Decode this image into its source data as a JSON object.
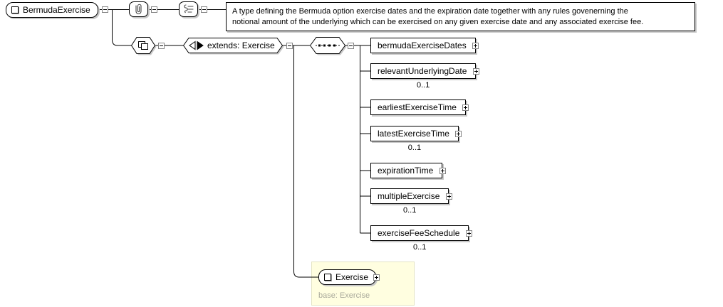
{
  "diagram": {
    "type": "xml-schema-content-model",
    "root": {
      "label": "BermudaExercise"
    },
    "documentation": {
      "lines": [
        "A type defining the Bermuda option exercise dates and the expiration date together with any rules govenerning the",
        "notional amount of the underlying which can be exercised on any given exercise date and any associated exercise fee."
      ]
    },
    "extension": {
      "label": "extends: Exercise"
    },
    "children": [
      {
        "label": "bermudaExerciseDates",
        "cardinality": ""
      },
      {
        "label": "relevantUnderlyingDate",
        "cardinality": "0..1"
      },
      {
        "label": "earliestExerciseTime",
        "cardinality": ""
      },
      {
        "label": "latestExerciseTime",
        "cardinality": "0..1"
      },
      {
        "label": "expirationTime",
        "cardinality": ""
      },
      {
        "label": "multipleExercise",
        "cardinality": "0..1"
      },
      {
        "label": "exerciseFeeSchedule",
        "cardinality": "0..1"
      }
    ],
    "base": {
      "label": "Exercise",
      "caption": "base: Exercise"
    },
    "icons": {
      "annotation": "paperclip-icon",
      "documentation": "document-text-icon",
      "complex_content": "overlapping-squares-icon",
      "extension": "extend-triangles-icon",
      "sequence": "sequence-dots-icon",
      "element": "small-square-icon",
      "expanded": "minus-box-icon",
      "collapsed": "plus-box-icon"
    },
    "colors": {
      "background": "#ffffff",
      "line": "#000000",
      "shadow": "#c8c8c8",
      "highlight_bg": "#fffee0",
      "muted_text": "#a9a99b"
    }
  }
}
